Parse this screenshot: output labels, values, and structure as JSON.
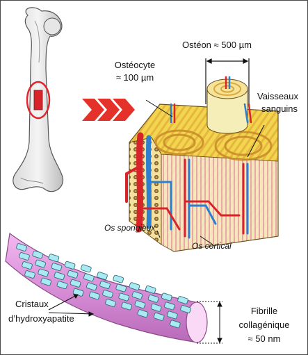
{
  "labels": {
    "osteon": "Ostéon ≈ 500 µm",
    "osteocyte_line1": "Ostéocyte",
    "osteocyte_line2": "≈ 100 µm",
    "vessels_line1": "Vaisseaux",
    "vessels_line2": "sanguins",
    "spongy_bone": "Os spongieux",
    "cortical_bone": "Os cortical",
    "crystals_line1": "Cristaux",
    "crystals_line2": "d’hydroxyapatite",
    "fibril_line1": "Fibrille",
    "fibril_line2": "collagénique",
    "fibril_line3": "≈ 50 nm"
  },
  "colors": {
    "bone_yellow": "#f2d64e",
    "lamella_orange": "#e0a23a",
    "artery_red": "#d8232a",
    "vein_blue": "#2f7fd0",
    "highlight_circle": "#e0262d",
    "chevrons": "#e4322b",
    "fibril_pink": "#d98fd8",
    "crystal_cyan": "#a9e9f2"
  },
  "icons": [
    "femur-icon",
    "chevron-arrow-icon",
    "bone-tissue-block",
    "collagen-fibril"
  ]
}
